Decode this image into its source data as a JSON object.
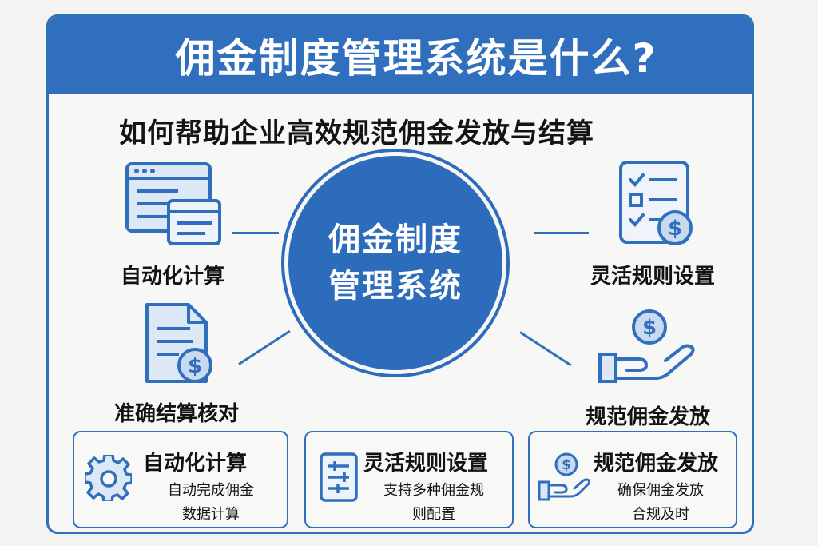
{
  "title": "佣金制度管理系统是什么?",
  "subtitle": "如何帮助企业高效规范佣金发放与结算",
  "hub": {
    "line1": "佣金制度",
    "line2": "管理系统"
  },
  "features": {
    "top_left": {
      "label": "自动化计算",
      "icon": "browser-windows-icon"
    },
    "bottom_left": {
      "label": "准确结算核对",
      "icon": "document-dollar-icon"
    },
    "top_right": {
      "label": "灵活规则设置",
      "icon": "checklist-dollar-icon"
    },
    "bottom_right": {
      "label": "规范佣金发放",
      "icon": "hand-coin-icon"
    }
  },
  "cards": [
    {
      "title": "自动化计算",
      "desc_line1": "自动完成佣金",
      "desc_line2": "数据计算",
      "icon": "gear-icon"
    },
    {
      "title": "灵活规则设置",
      "desc_line1": "支持多种佣金规",
      "desc_line2": "则配置",
      "icon": "sliders-icon"
    },
    {
      "title": "规范佣金发放",
      "desc_line1": "确保佣金发放",
      "desc_line2": "合规及时",
      "icon": "hand-coin-icon"
    }
  ],
  "colors": {
    "primary": "#2f6fbe",
    "icon_fill": "#dde8f6",
    "background": "#f7f7f5"
  }
}
